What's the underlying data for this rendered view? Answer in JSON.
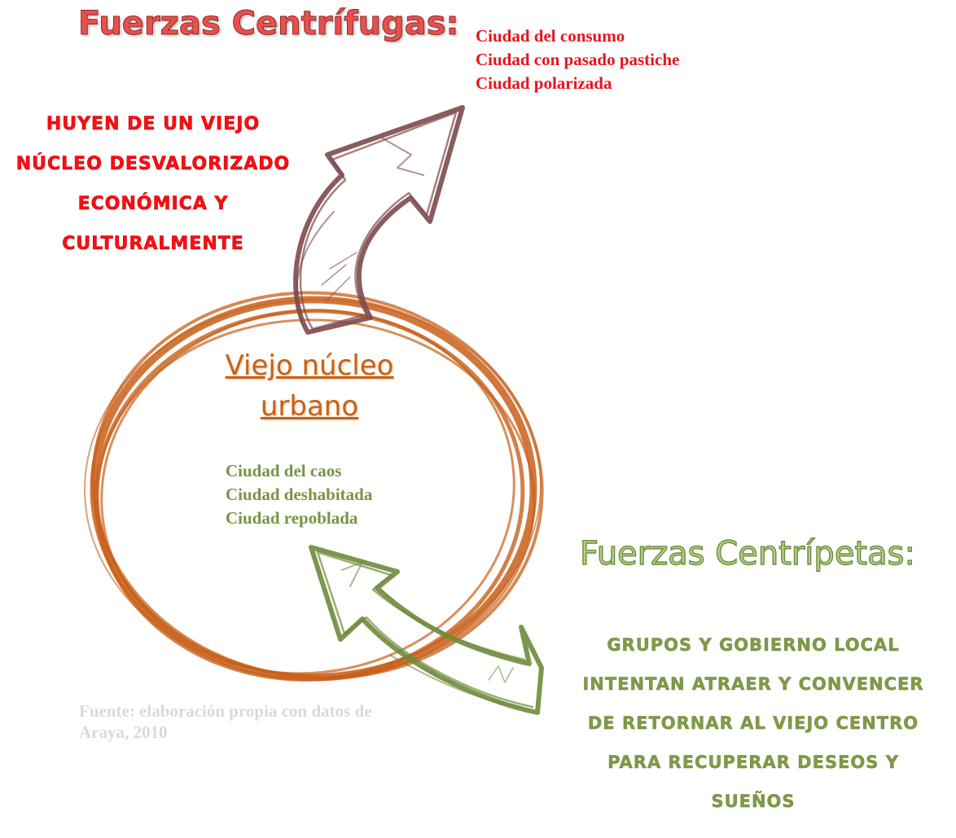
{
  "centrifugal": {
    "title": "Fuerzas Centrífugas:",
    "items": [
      "Ciudad del consumo",
      "Ciudad con pasado pastiche",
      "Ciudad polarizada"
    ],
    "description": "Huyen de un viejo núcleo desvalorizado económica y culturalmente"
  },
  "core": {
    "title_line1": "Viejo núcleo",
    "title_line2": "urbano",
    "items": [
      "Ciudad del caos",
      "Ciudad deshabitada",
      "Ciudad repoblada"
    ]
  },
  "centripetal": {
    "title": "Fuerzas Centrípetas:",
    "description": "Grupos y gobierno local intentan atraer y convencer de retornar al viejo centro para recuperar deseos y sueños"
  },
  "source": "Fuente: elaboración propia con datos de Araya, 2010",
  "colors": {
    "centrifugal_title": "#e8504e",
    "centrifugal_text": "#e8141e",
    "circle": "#c8601a",
    "up_arrow": "#7d4a4c",
    "down_arrow": "#6f8a3c",
    "core_text": "#779444",
    "centripetal_text": "#809b46",
    "source_text": "#d9d9d9"
  }
}
